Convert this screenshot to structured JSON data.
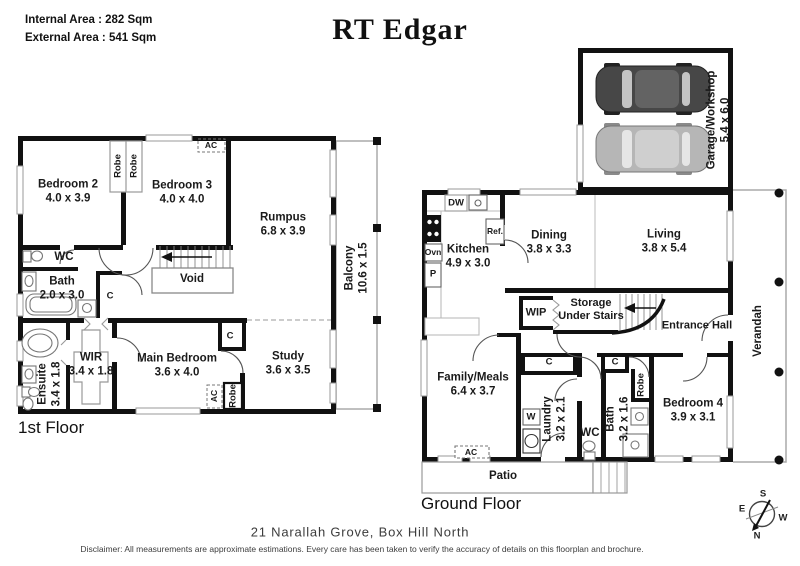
{
  "header": {
    "internal_area": "Internal Area : 282 Sqm",
    "external_area": "External Area : 541 Sqm",
    "brand": "RT Edgar"
  },
  "first_floor": {
    "title": "1st Floor",
    "bedroom2_name": "Bedroom 2",
    "bedroom2_dims": "4.0 x 3.9",
    "bedroom3_name": "Bedroom 3",
    "bedroom3_dims": "4.0 x 4.0",
    "rumpus_name": "Rumpus",
    "rumpus_dims": "6.8 x 3.9",
    "balcony_name": "Balcony",
    "balcony_dims": "10.6 x 1.5",
    "robe_left": "Robe",
    "robe_right": "Robe",
    "ac_top": "AC",
    "wc": "WC",
    "bath_name": "Bath",
    "bath_dims": "2.0 x 3.0",
    "cupboard1": "C",
    "cupboard2": "C",
    "void": "Void",
    "ensuite_name": "Ensuite",
    "ensuite_dims": "3.4 x 1.8",
    "wir_name": "WIR",
    "wir_dims": "3.4 x 1.8",
    "main_bedroom_name": "Main Bedroom",
    "main_bedroom_dims": "3.6 x 4.0",
    "study_name": "Study",
    "study_dims": "3.6 x 3.5",
    "ac_bottom": "AC",
    "robe_bottom": "Robe"
  },
  "ground_floor": {
    "title": "Ground Floor",
    "garage_name": "Garage/Workshop",
    "garage_dims": "5.4 x 6.0",
    "kitchen_name": "Kitchen",
    "kitchen_dims": "4.9 x 3.0",
    "dining_name": "Dining",
    "dining_dims": "3.8 x 3.3",
    "living_name": "Living",
    "living_dims": "3.8 x 5.4",
    "dw": "DW",
    "ref": "Ref.",
    "ovn": "Ovn",
    "pantry": "P",
    "wip": "WIP",
    "storage_line1": "Storage",
    "storage_line2": "Under Stairs",
    "entrance_hall": "Entrance Hall",
    "verandah": "Verandah",
    "family_name": "Family/Meals",
    "family_dims": "6.4 x 3.7",
    "cupboard1": "C",
    "cupboard2": "C",
    "robe": "Robe",
    "laundry_name": "Laundry",
    "laundry_dims": "3.2 x 2.1",
    "washer": "W",
    "wc": "WC",
    "bath_name": "Bath",
    "bath_dims": "3.2 x 1.6",
    "bedroom4_name": "Bedroom 4",
    "bedroom4_dims": "3.9 x 3.1",
    "ac": "AC",
    "patio": "Patio"
  },
  "compass": {
    "n": "N",
    "s": "S",
    "e": "E",
    "w": "W"
  },
  "footer": {
    "address": "21 Narallah Grove, Box Hill North",
    "disclaimer": "Disclaimer: All measurements are approximate estimations. Every care has been taken to verify the accuracy of details on this floorplan and brochure."
  }
}
